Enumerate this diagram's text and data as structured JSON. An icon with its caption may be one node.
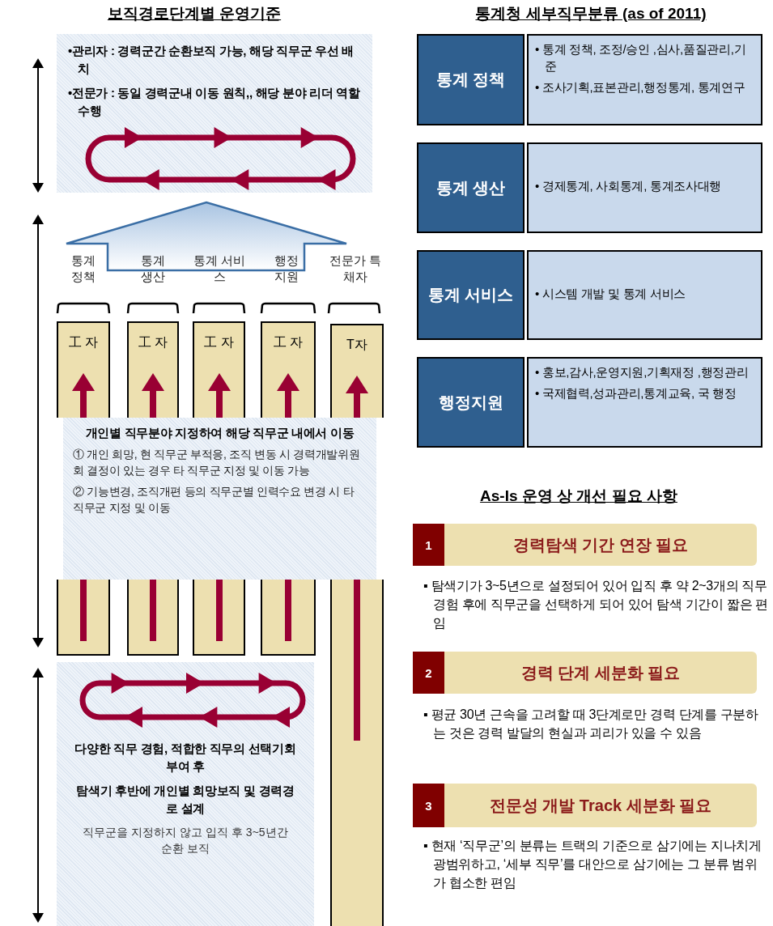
{
  "diagram": {
    "title": "보직경로단계별 운영기준",
    "nodes": [
      {
        "text": [
          "•관리자 : 경력군간 순환보직 가능, 해당 직무군 우선 배치",
          "•전문가 : 동일 경력군내 이동 원칙,, 해당 분야 리더 역할 수행"
        ]
      },
      {
        "text": [
          "工 자"
        ]
      },
      {
        "text": [
          "工 자"
        ]
      },
      {
        "text": [
          "工 자"
        ]
      },
      {
        "text": [
          "工 자"
        ]
      },
      {
        "text": [
          "T자"
        ]
      },
      {
        "text": [
          "개인별 직무분야 지정하여 해당 직무군 내에서 이동",
          "① 개인 희망, 현 직무군 부적응, 조직 변동 시 경력개발위원회 결정이 있는 경우 타 직무군 지정 및 이동 가능",
          "② 기능변경, 조직개편 등의 직무군별 인력수요 변경 시 타 직무군 지정 및 이동"
        ]
      },
      {
        "text": [
          "다양한 직무 경험, 적합한 직무의 선택기회 부여 후",
          "탐색기 후반에 개인별 희망보직 및 경력경로 설계",
          "직무군을 지정하지 않고 입직 후 3~5년간 순환 보직"
        ]
      },
      {
        "text": [
          "통계 정책"
        ]
      },
      {
        "text": [
          "• 통계 정책, 조정/승인 ,심사,품질관리,기준",
          "• 조사기획,표본관리,행정통계, 통계연구"
        ]
      },
      {
        "text": [
          "통계 생산"
        ]
      },
      {
        "text": [
          "• 경제통계, 사회통계, 통계조사대행"
        ]
      },
      {
        "text": [
          "통계 서비스"
        ]
      },
      {
        "text": [
          "• 시스템 개발 및 통계 서비스"
        ]
      },
      {
        "text": [
          "행정지원"
        ]
      },
      {
        "text": [
          "• 홍보,감사,운영지원,기획재정 ,행정관리",
          "• 국제협력,성과관리,통계교육, 국 행정"
        ]
      },
      {
        "text": [
          "1"
        ]
      },
      {
        "text": [
          "경력탐색 기간 연장 필요"
        ]
      },
      {
        "text": [
          "2"
        ]
      },
      {
        "text": [
          "경력 단계 세분화 필요"
        ]
      },
      {
        "text": [
          "3"
        ]
      },
      {
        "text": [
          "전문성 개발 Track 세분화 필요"
        ]
      },
      {
        "text": [],
        "shape": "bar"
      },
      {
        "text": [],
        "shape": "bar"
      },
      {
        "text": [],
        "shape": "bar"
      },
      {
        "text": [],
        "shape": "bar"
      },
      {
        "text": [],
        "shape": "bar"
      }
    ],
    "labels": [
      "통계청 세부직무분류 (as of 2011)",
      "통계 정책",
      "통계 생산",
      "통계 서비스",
      "행정 지원",
      "전문가 특채자",
      "As-Is 운영 상 개선 필요 사항",
      "▪ 탐색기가 3~5년으로 설정되어 있어 입직 후 약 2~3개의 직무 경험 후에 직무군을 선택하게 되어 있어 탐색 기간이 짧은 편임",
      "▪ 평균 30년 근속을 고려할 때 3단계로만 경력 단계를 구분하는 것은 경력 발달의 현실과 괴리가 있을 수 있음",
      "▪ 현재 ‘직무군’의 분류는 트랙의 기준으로 삼기에는 지나치게 광범위하고, ‘세부 직무’를 대안으로 삼기에는 그 분류 범위가 협소한 편임"
    ]
  }
}
